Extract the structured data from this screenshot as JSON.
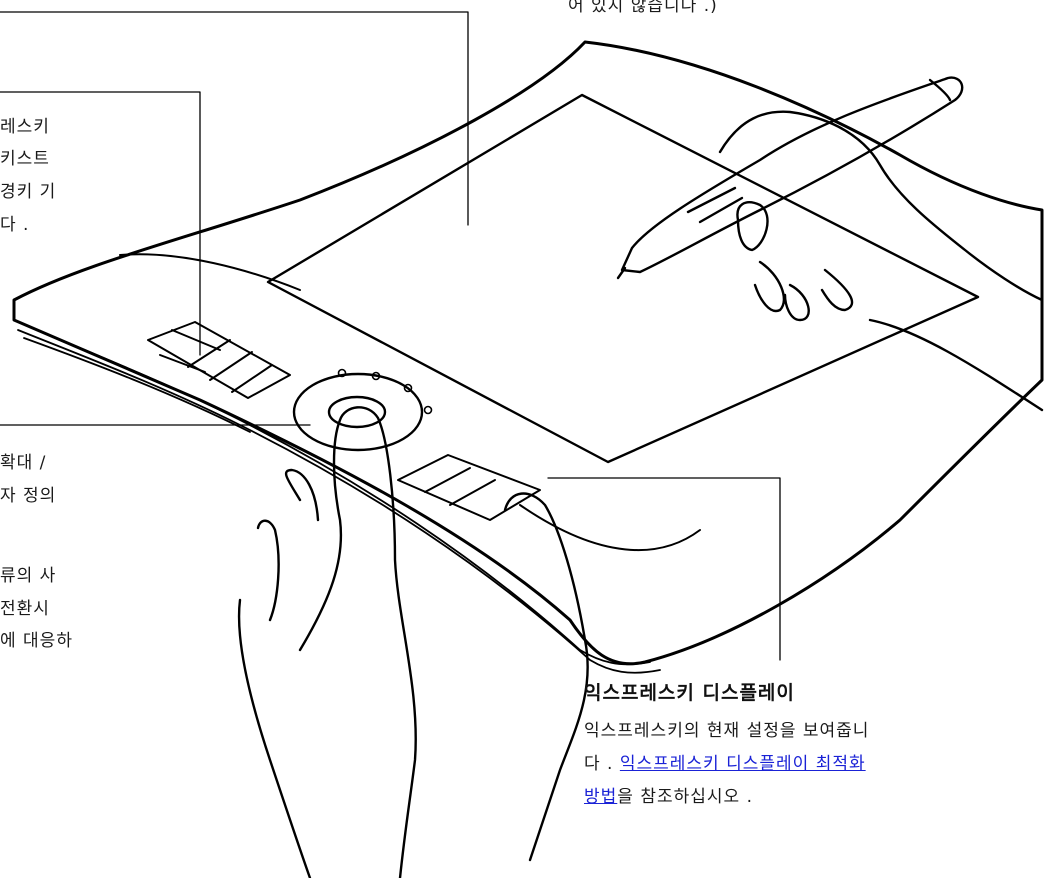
{
  "top_note": {
    "line1": "어 있지 않습니다 .)"
  },
  "expresskey_left_note": {
    "lines": [
      "레스키",
      "키스트",
      "경키 기",
      "다 ."
    ]
  },
  "touch_ring_note": {
    "lines": [
      "확대 /",
      "자 정의"
    ]
  },
  "mode_note": {
    "lines": [
      "류의 사",
      "전환시",
      "에 대응하"
    ]
  },
  "display_callout": {
    "title": "익스프레스키 디스플레이",
    "body_line1": "익스프레스키의 현재 설정을 보여줍니",
    "body_prefix": "다 . ",
    "link_part1": "익스프레스키 디스플레이 최적화",
    "link_part2": "방법",
    "body_suffix": "을 참조하십시오 ."
  }
}
